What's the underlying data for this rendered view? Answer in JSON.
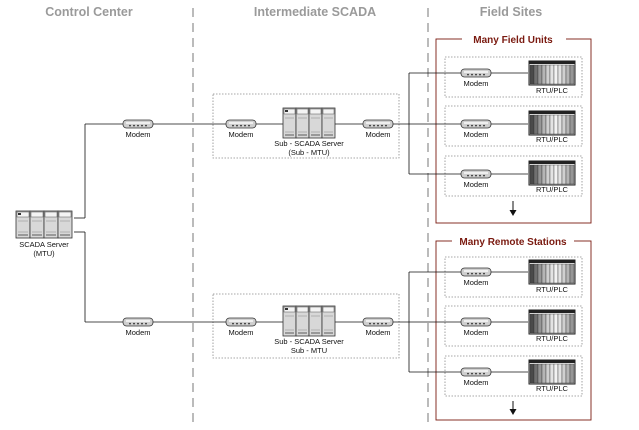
{
  "columns": {
    "control_center": "Control Center",
    "intermediate_scada": "Intermediate SCADA",
    "field_sites": "Field Sites"
  },
  "groups": {
    "field_units": "Many Field Units",
    "remote_stations": "Many Remote Stations"
  },
  "labels": {
    "modem": "Modem",
    "rtu_plc": "RTU/PLC",
    "scada_server_line1": "SCADA Server",
    "scada_server_line2": "(MTU)",
    "sub_scada_server": "Sub - SCADA Server",
    "sub_mtu_paren": "(Sub - MTU)",
    "sub_mtu_plain": "Sub - MTU"
  },
  "colors": {
    "header_text": "#9a9a9a",
    "group_title": "#7a1a10",
    "line": "#111111",
    "divider": "#777777"
  },
  "icons": {
    "modem": "modem-icon",
    "server": "server-rack-icon",
    "rtu": "rtu-plc-icon",
    "continuation": "down-arrow-icon"
  }
}
